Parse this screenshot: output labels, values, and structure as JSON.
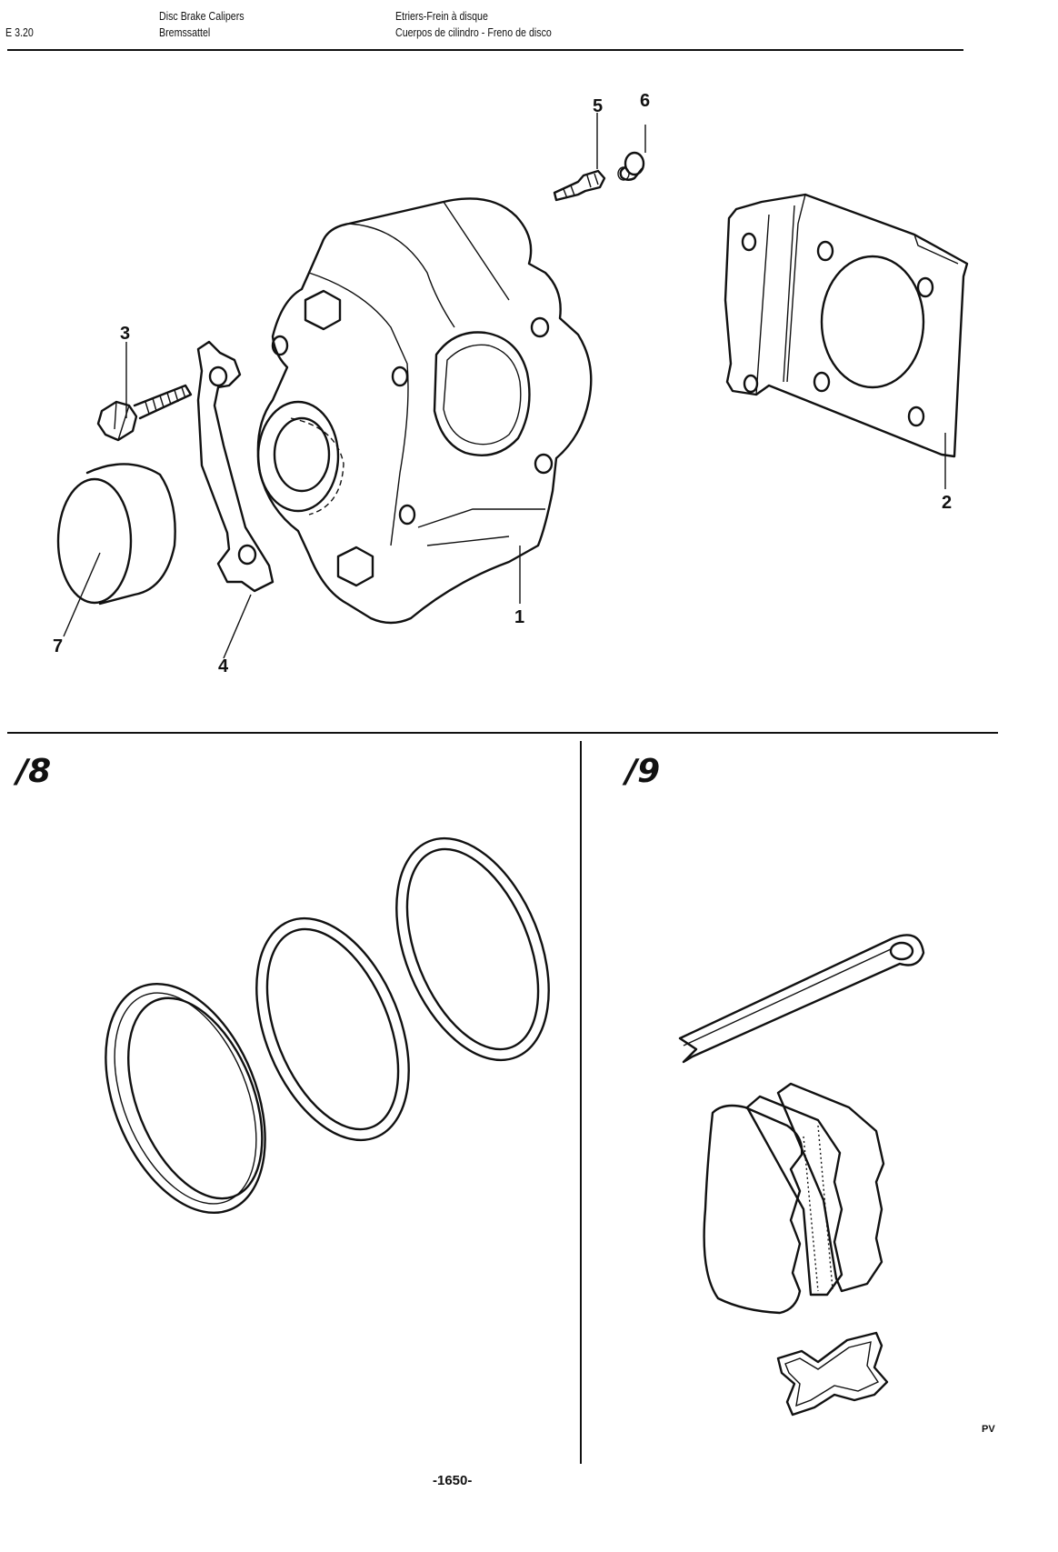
{
  "header": {
    "code": "E 3.20",
    "title_en": "Disc Brake Calipers",
    "title_de": "Bremssattel",
    "title_fr": "Etriers-Frein à disque",
    "title_es": "Cuerpos de cilindro - Freno de disco"
  },
  "callouts": [
    "1",
    "2",
    "3",
    "4",
    "5",
    "6",
    "7"
  ],
  "panels": {
    "left_label": "18",
    "right_label": "19"
  },
  "footer": {
    "page_number": "-1650-",
    "mark": "PV"
  }
}
